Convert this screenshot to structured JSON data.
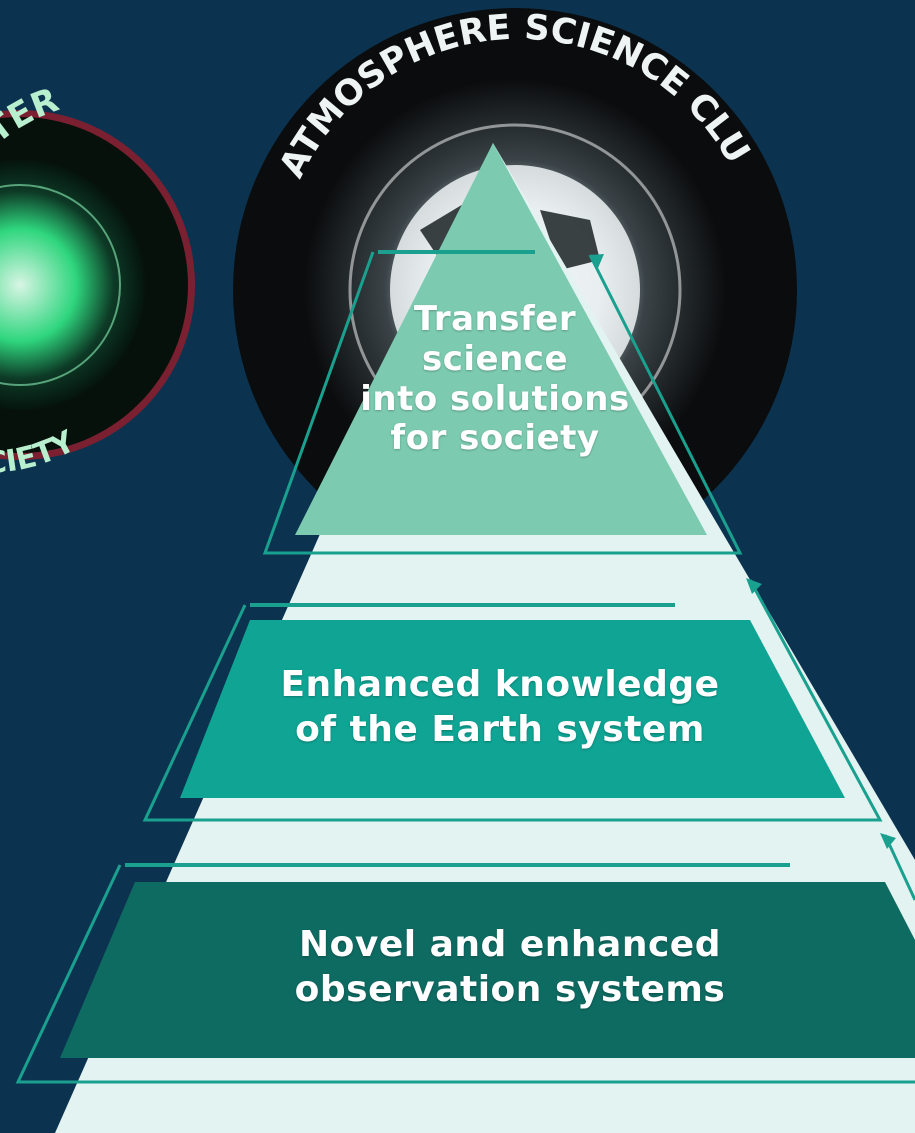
{
  "badges": {
    "left": {
      "arc_top": "E CLUSTER",
      "arc_bottom": "OCIETY",
      "accent": "#2fd67e",
      "ring": "#7a2031"
    },
    "right": {
      "arc_top": "ATMOSPHERE SCIENCE CLUSTER",
      "accent": "#e8f4f4"
    }
  },
  "pyramid": {
    "tiers": [
      {
        "id": "top",
        "lines": [
          "Transfer",
          "science",
          "into solutions",
          "for society"
        ],
        "fill": "#7ccbb0"
      },
      {
        "id": "middle",
        "lines": [
          "Enhanced knowledge",
          "of the Earth system"
        ],
        "fill": "#0fa494"
      },
      {
        "id": "bottom",
        "lines": [
          "Novel and enhanced",
          "observation systems"
        ],
        "fill": "#0e6b62"
      }
    ],
    "base_color": "#e3f3f1",
    "outline_color": "#1aa08f"
  },
  "colors": {
    "background": "#0b3350"
  }
}
